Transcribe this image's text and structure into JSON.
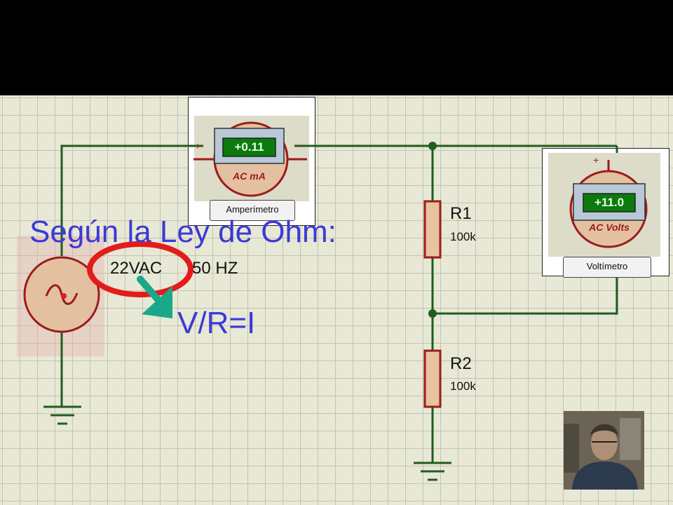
{
  "overlay": {
    "heading": "Según la Ley de Ohm:",
    "formula": "V/R=I"
  },
  "source": {
    "voltage_label": "22VAC",
    "freq_label": "50 HZ"
  },
  "ammeter": {
    "reading": "+0.11",
    "unit": "AC mA",
    "name": "Amperímetro",
    "plus": "+",
    "minus": "−"
  },
  "voltmeter": {
    "reading": "+11.0",
    "unit": "AC Volts",
    "name": "Voltímetro",
    "plus": "+"
  },
  "resistors": [
    {
      "name": "R1",
      "value": "100k"
    },
    {
      "name": "R2",
      "value": "100k"
    }
  ],
  "colors": {
    "wire": "#1e5e1e",
    "component": "#9b1b1b",
    "meter_display": "#0c7a0c",
    "annotation_text": "#3a3ad8",
    "highlight_circle": "#e41b1b",
    "arrow": "#1aa88a"
  }
}
